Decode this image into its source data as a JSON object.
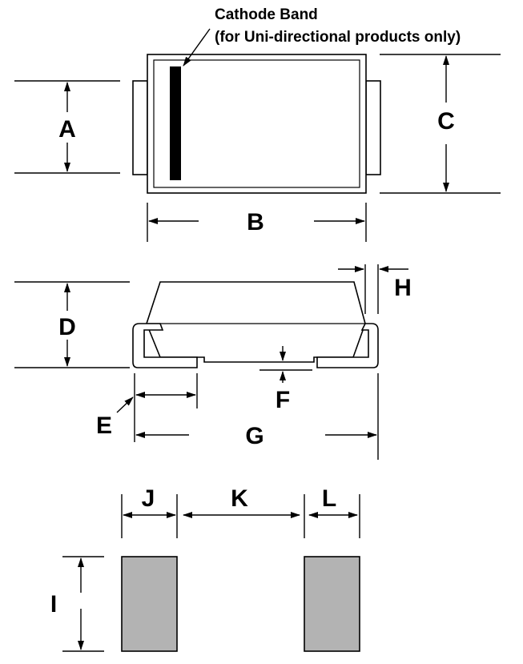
{
  "callout": {
    "line1": "Cathode Band",
    "line2": "(for Uni-directional products only)"
  },
  "labels": {
    "A": "A",
    "B": "B",
    "C": "C",
    "D": "D",
    "E": "E",
    "F": "F",
    "G": "G",
    "H": "H",
    "I": "I",
    "J": "J",
    "K": "K",
    "L": "L"
  },
  "colors": {
    "ink": "#000000",
    "pad_fill": "#b3b3b3",
    "background": "#ffffff"
  }
}
